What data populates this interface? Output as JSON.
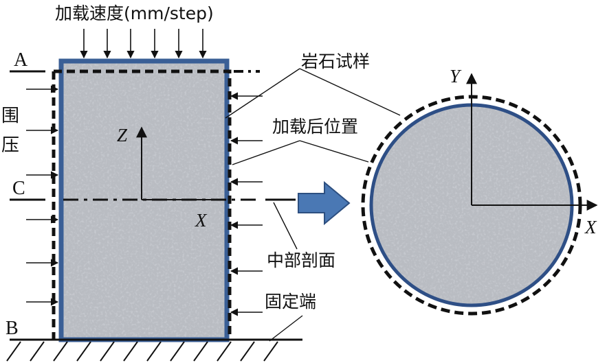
{
  "labels": {
    "loading_rate": "加载速度(mm/step)",
    "rock_sample": "岩石试样",
    "loaded_position": "加载后位置",
    "mid_section": "中部剖面",
    "fixed_end": "固定端",
    "confining_pressure": "围压",
    "point_a": "A",
    "point_b": "B",
    "point_c": "C",
    "axis_z": "Z",
    "axis_x_left": "X",
    "axis_y": "Y",
    "axis_x_right": "X"
  },
  "colors": {
    "sample_border": "#3a5f96",
    "arrow_fill": "#4a78b4",
    "line": "#111111"
  },
  "icons": {
    "transition_arrow": "right-arrow-icon"
  }
}
